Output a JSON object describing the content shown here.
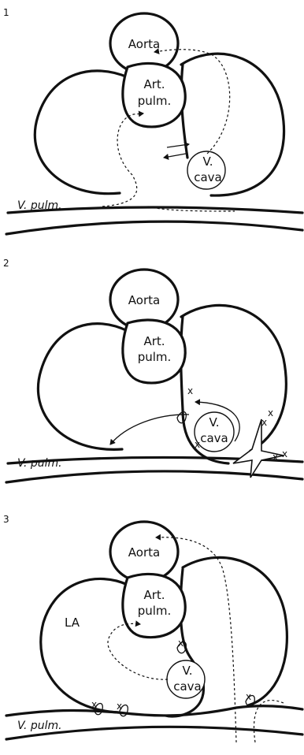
{
  "panels": [
    {
      "number": "1",
      "labels": {
        "aorta": "Aorta",
        "art_line1": "Art.",
        "art_line2": "pulm.",
        "cava_line1": "V.",
        "cava_line2": "cava",
        "vpulm": "V. pulm."
      }
    },
    {
      "number": "2",
      "labels": {
        "aorta": "Aorta",
        "art_line1": "Art.",
        "art_line2": "pulm.",
        "cava_line1": "V.",
        "cava_line2": "cava",
        "vpulm": "V. pulm."
      }
    },
    {
      "number": "3",
      "labels": {
        "aorta": "Aorta",
        "art_line1": "Art.",
        "art_line2": "pulm.",
        "cava_line1": "V.",
        "cava_line2": "cava",
        "vpulm": "V. pulm.",
        "la": "LA"
      }
    }
  ]
}
